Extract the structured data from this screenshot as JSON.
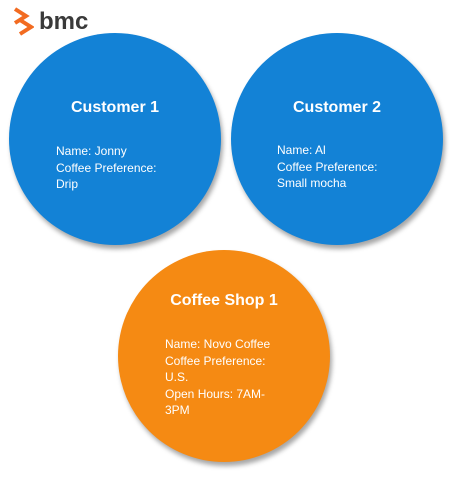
{
  "logo": {
    "text": "bmc",
    "icon": "bmc-chevron-logo-icon",
    "color": "#f26b21"
  },
  "colors": {
    "customer": "#1382d6",
    "shop": "#f58a13"
  },
  "nodes": [
    {
      "title": "Customer 1",
      "lines": [
        "Name: Jonny",
        "Coffee Preference:",
        "Drip"
      ]
    },
    {
      "title": "Customer 2",
      "lines": [
        "Name: Al",
        "Coffee Preference:",
        "Small mocha"
      ]
    },
    {
      "title": "Coffee Shop 1",
      "lines": [
        "Name: Novo Coffee",
        "Coffee Preference:",
        "U.S.",
        "Open Hours: 7AM-",
        "3PM"
      ]
    }
  ]
}
